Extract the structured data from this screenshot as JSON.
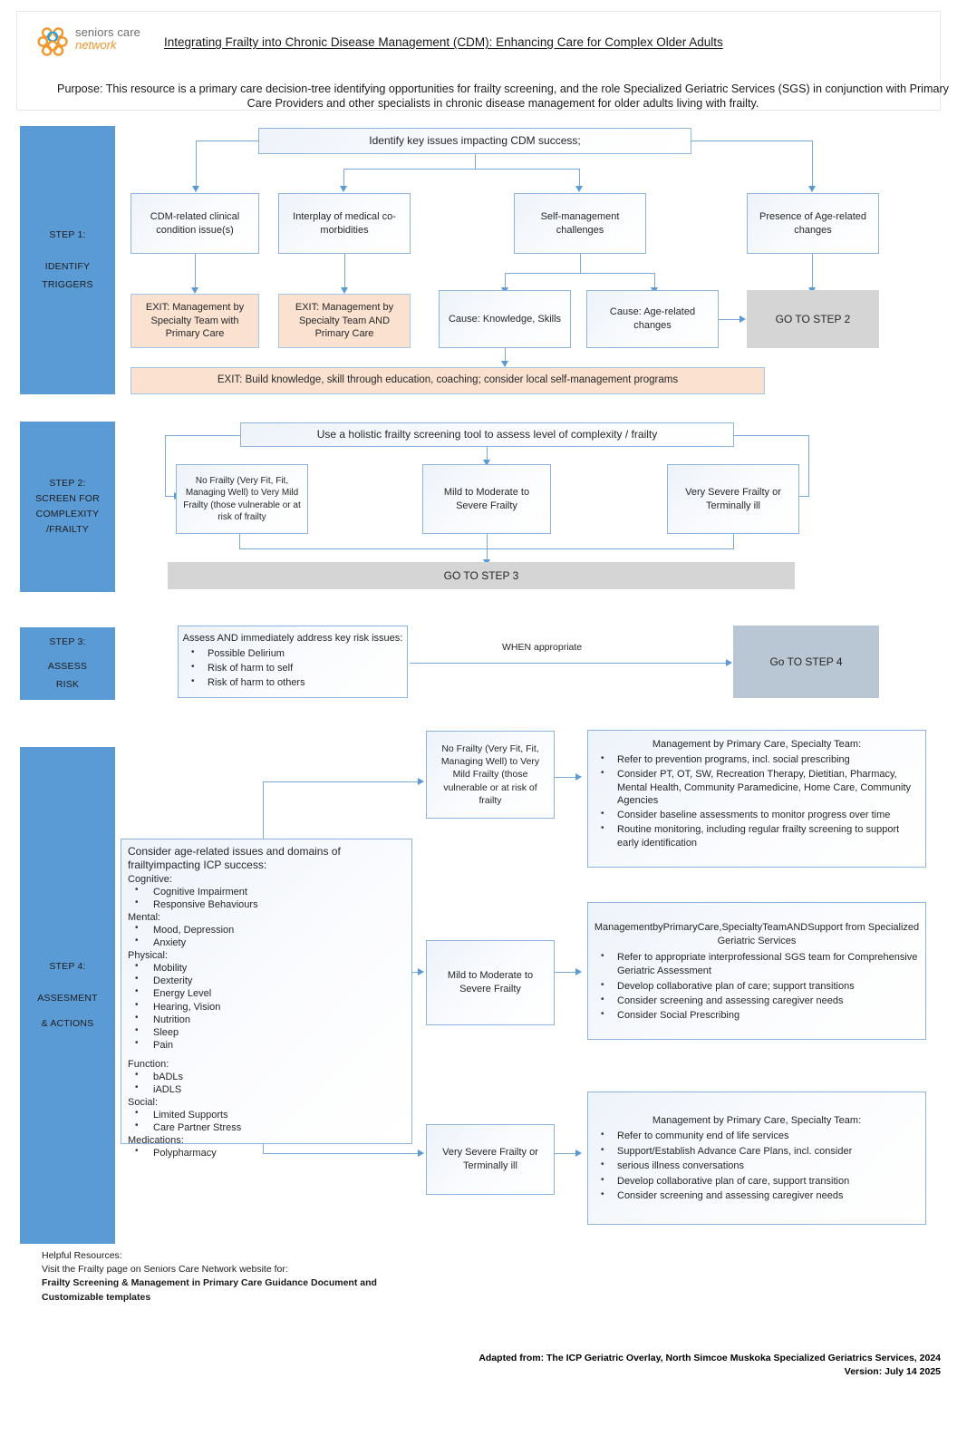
{
  "header": {
    "logo": {
      "line1": "seniors care",
      "line2": "network",
      "icon": "flower-logo-icon"
    },
    "title": "Integrating Frailty into Chronic Disease Management (CDM): Enhancing Care for Complex Older Adults",
    "purpose": "Purpose: This resource is a primary care decision-tree identifying opportunities for frailty screening, and the role Specialized Geriatric Services (SGS) in conjunction with Primary Care Providers and other specialists in chronic disease management for older adults living with frailty."
  },
  "colors": {
    "accent_blue": "#5b9bd5",
    "node_border": "#8eb4dd",
    "exit_fill": "#fbe2d0",
    "goto_fill": "#d5d5d5",
    "goto4_fill": "#b9c6d4",
    "logo_orange": "#f0962c",
    "logo_gray": "#6d6e71"
  },
  "step1": {
    "band": "STEP 1:\n\nIDENTIFY\nTRIGGERS",
    "band_lines": [
      "STEP 1:",
      "",
      "IDENTIFY",
      "TRIGGERS"
    ],
    "root": "Identify key issues impacting CDM success;",
    "triggers": [
      "CDM-related clinical condition issue(s)",
      "Interplay of medical co-morbidities",
      "Self-management challenges",
      "Presence of Age-related changes"
    ],
    "causes": [
      "Cause: Knowledge, Skills",
      "Cause: Age-related changes"
    ],
    "exits": [
      "EXIT: Management by Specialty Team with Primary Care",
      "EXIT: Management by Specialty Team AND Primary Care"
    ],
    "exit_banner": "EXIT: Build knowledge, skill through education, coaching; consider local self-management programs",
    "goto": "GO TO STEP 2"
  },
  "step2": {
    "band_lines": [
      "STEP 2:",
      "SCREEN  FOR",
      "COMPLEXITY",
      "/FRAILTY"
    ],
    "root": "Use a holistic frailty screening tool to assess level of complexity / frailty",
    "levels": [
      "No Frailty (Very Fit, Fit, Managing Well) to Very Mild Frailty (those vulnerable or at risk of frailty",
      "Mild to Moderate to Severe Frailty",
      "Very Severe Frailty or Terminally ill"
    ],
    "goto": "GO TO STEP 3"
  },
  "step3": {
    "band_lines": [
      "STEP 3:",
      "",
      "ASSESS",
      "RISK"
    ],
    "risk_heading": "Assess AND immediately address key risk issues:",
    "risk_items": [
      "Possible Delirium",
      "Risk of harm to self",
      "Risk of harm to others"
    ],
    "edge_label": "WHEN appropriate",
    "goto": "Go TO STEP 4"
  },
  "step4": {
    "band_lines": [
      "STEP 4:",
      "",
      "ASSESMENT",
      "& ACTIONS"
    ],
    "domains_title": "Consider age-related issues and domains of frailtyimpacting ICP success:",
    "domains": [
      {
        "category": "Cognitive:",
        "items": [
          "Cognitive Impairment",
          "Responsive Behaviours"
        ]
      },
      {
        "category": "Mental:",
        "items": [
          "Mood, Depression",
          "Anxiety"
        ]
      },
      {
        "category": "Physical:",
        "items": [
          "Mobility",
          "Dexterity",
          "Energy Level",
          "Hearing, Vision",
          "Nutrition",
          "Sleep",
          "Pain"
        ]
      },
      {
        "category": "Function:",
        "items": [
          "bADLs",
          "iADLS"
        ]
      },
      {
        "category": "Social:",
        "items": [
          "Limited Supports",
          "Care Partner Stress"
        ]
      },
      {
        "category": "Medications:",
        "items": [
          "Polypharmacy"
        ]
      }
    ],
    "levels": [
      "No Frailty (Very Fit, Fit, Managing Well) to Very Mild Frailty (those vulnerable or at risk of frailty",
      "Mild to Moderate to Severe Frailty",
      "Very Severe Frailty or Terminally ill"
    ],
    "actions": [
      {
        "heading": "Management by Primary Care, Specialty Team:",
        "items": [
          "Refer to prevention programs, incl. social prescribing",
          "Consider PT, OT, SW, Recreation Therapy, Dietitian, Pharmacy, Mental Health, Community Paramedicine, Home Care, Community Agencies",
          "Consider baseline assessments to monitor progress over time",
          "Routine monitoring, including regular frailty screening to support early identification"
        ]
      },
      {
        "heading": "ManagementbyPrimaryCare,SpecialtyTeamANDSupport from Specialized Geriatric Services",
        "items": [
          "Refer to appropriate interprofessional SGS team for Comprehensive Geriatric Assessment",
          "Develop collaborative plan of care; support transitions",
          "Consider screening and assessing caregiver needs",
          "Consider Social Prescribing"
        ]
      },
      {
        "heading": "Management by Primary Care, Specialty Team:",
        "items": [
          "Refer to community end of life services",
          "Support/Establish Advance Care Plans, incl. consider",
          "serious illness conversations",
          "Develop collaborative plan of care, support transition",
          "Consider screening and assessing caregiver needs"
        ]
      }
    ]
  },
  "footer": {
    "resources_line1": "Helpful Resources:",
    "resources_line2": "Visit the Frailty page on Seniors Care Network website for:",
    "resources_line3": "Frailty Screening & Management in Primary Care Guidance Document and",
    "resources_line4": "Customizable templates",
    "credit_line1": "Adapted from: The ICP Geriatric Overlay, North Simcoe Muskoka Specialized Geriatrics Services, 2024",
    "credit_line2": "Version: July 14 2025"
  }
}
